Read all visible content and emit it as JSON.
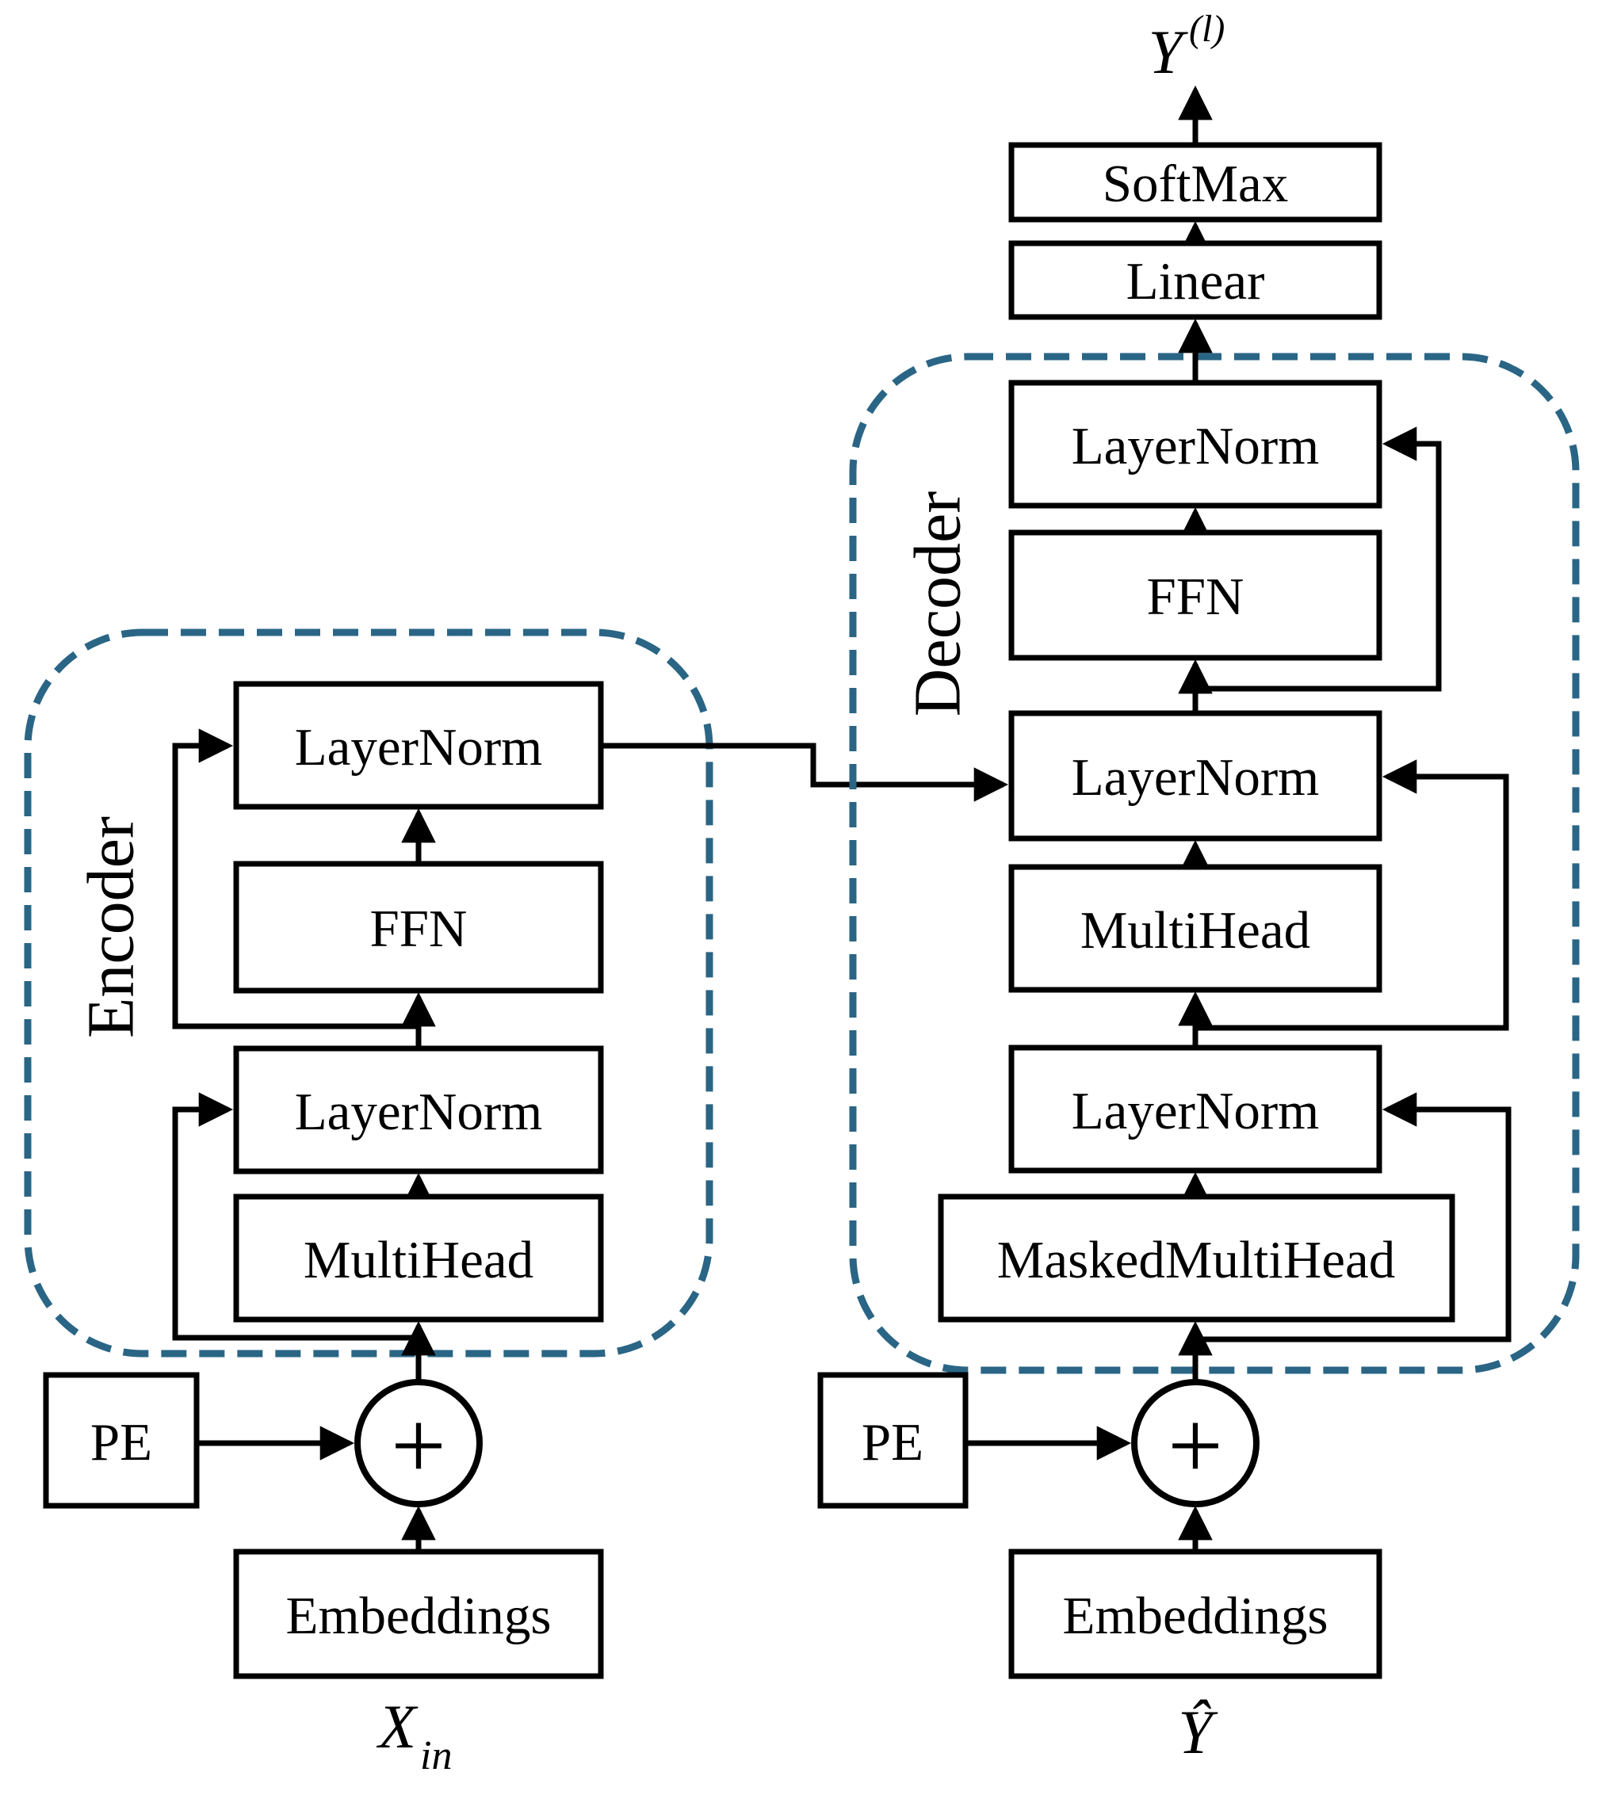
{
  "diagram": {
    "title_hint": "Transformer encoder-decoder architecture",
    "colors": {
      "box_stroke": "#000000",
      "dashed_border": "#2a6585",
      "background": "#ffffff",
      "text": "#000000"
    },
    "encoder": {
      "group_label": "Encoder",
      "blocks": {
        "layernorm_top": "LayerNorm",
        "ffn": "FFN",
        "layernorm_bottom": "LayerNorm",
        "multihead": "MultiHead",
        "embeddings": "Embeddings",
        "pe": "PE"
      },
      "input_label_main": "X",
      "input_label_sub": "in"
    },
    "decoder": {
      "group_label": "Decoder",
      "blocks": {
        "softmax": "SoftMax",
        "linear": "Linear",
        "layernorm_top": "LayerNorm",
        "ffn": "FFN",
        "layernorm_mid": "LayerNorm",
        "multihead": "MultiHead",
        "layernorm_bottom": "LayerNorm",
        "masked_multihead": "MaskedMultiHead",
        "embeddings": "Embeddings",
        "pe": "PE"
      },
      "output_label_main": "Y",
      "output_label_sup": "(l)",
      "input_label": "Ŷ"
    },
    "operators": {
      "plus": "+"
    }
  }
}
